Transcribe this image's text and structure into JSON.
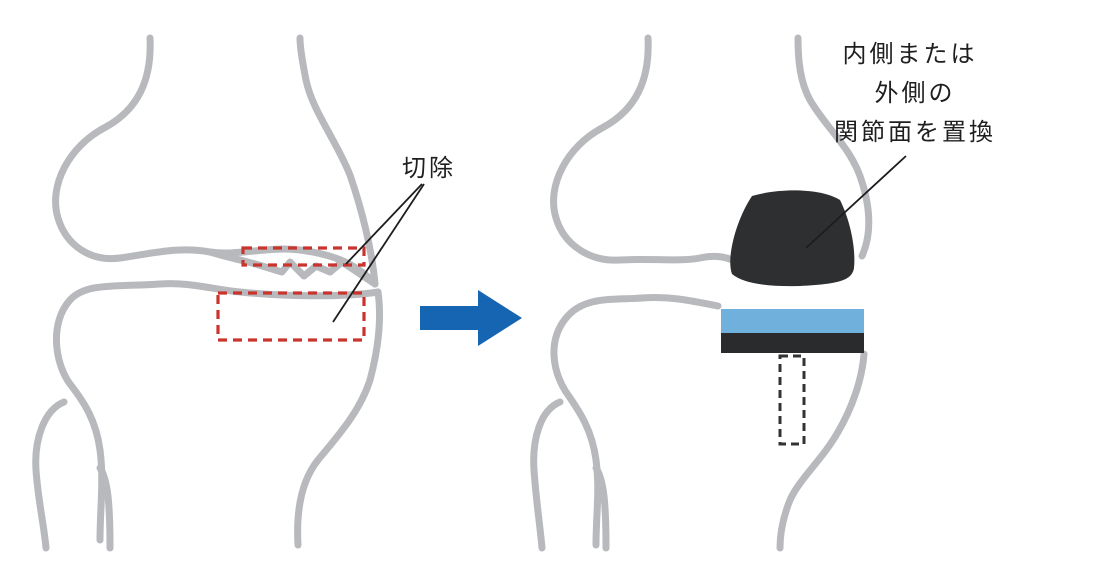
{
  "labels": {
    "resection": "切除",
    "replace_line1": "内側または",
    "replace_line2": "外側の",
    "replace_line3": "関節面を置換"
  },
  "colors": {
    "bone_outline": "#b7b9bc",
    "resection_dashes": "#c9342f",
    "arrow": "#1565b3",
    "femoral_component": "#2e2f31",
    "tibial_insert": "#6fb1dc",
    "tibial_tray": "#2a2b2d",
    "stem_dashes": "#333333",
    "leader_line": "#1d1d1d"
  }
}
